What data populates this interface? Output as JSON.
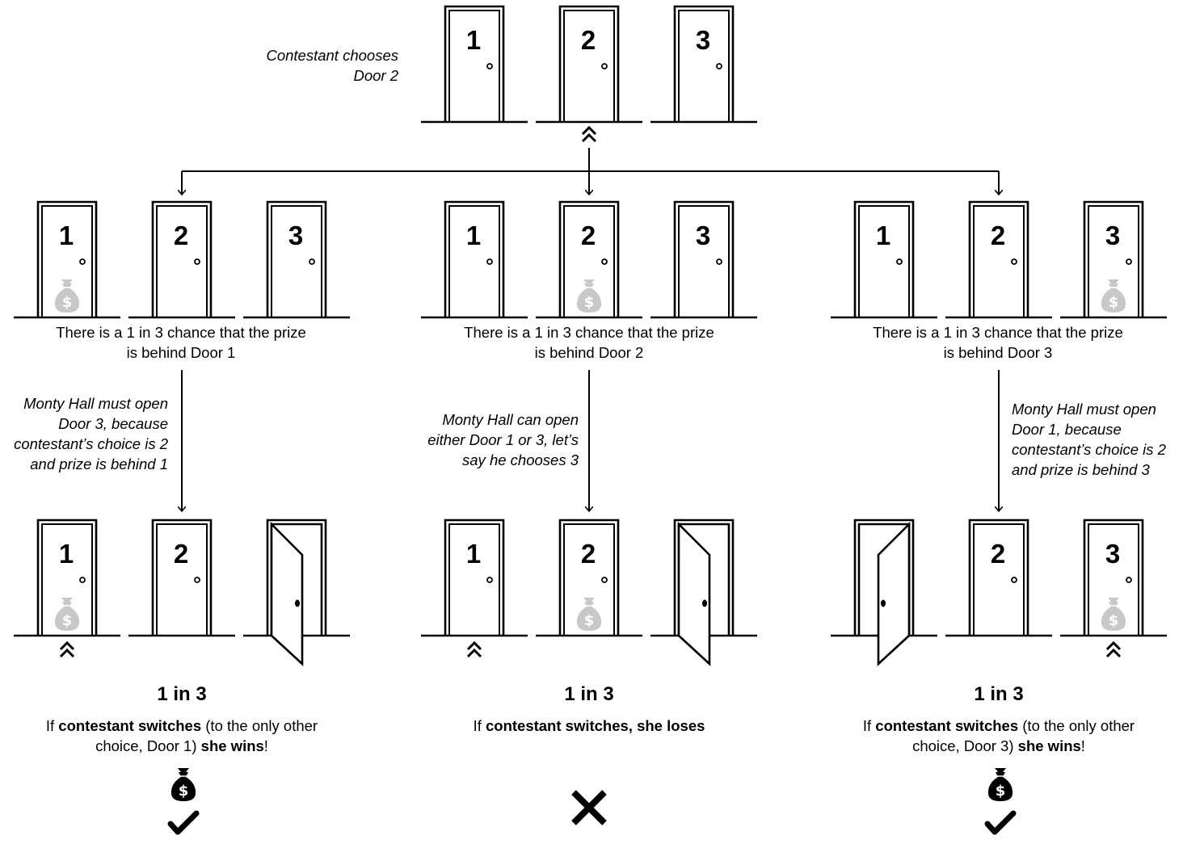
{
  "top": {
    "caption_lines": [
      "Contestant chooses",
      "Door 2"
    ],
    "door_labels": [
      "1",
      "2",
      "3"
    ]
  },
  "scenarios": [
    {
      "door_labels": [
        "1",
        "2",
        "3"
      ],
      "prize_door": 1,
      "opened_door": 3,
      "final_choice": 1,
      "chance_lines": [
        "There is a 1 in 3 chance that the prize",
        "is behind Door 1"
      ],
      "monty_lines": [
        "Monty Hall must open",
        "Door 3, because",
        "contestant’s choice is 2",
        "and prize is behind 1"
      ],
      "probability": "1 in 3",
      "result": {
        "line1": [
          {
            "text": "If ",
            "bold": false
          },
          {
            "text": "contestant switches",
            "bold": true
          },
          {
            "text": " (to the only other",
            "bold": false
          }
        ],
        "line2": [
          {
            "text": "choice, Door 1) ",
            "bold": false
          },
          {
            "text": "she wins",
            "bold": true
          },
          {
            "text": "!",
            "bold": false
          }
        ]
      },
      "outcome_icon": "moneybag-check-icon"
    },
    {
      "door_labels": [
        "1",
        "2",
        "3"
      ],
      "prize_door": 2,
      "opened_door": 3,
      "final_choice": 1,
      "chance_lines": [
        "There is a 1 in 3 chance that the prize",
        "is behind Door 2"
      ],
      "monty_lines": [
        "Monty Hall can open",
        "either Door 1 or 3, let’s",
        "say he chooses 3"
      ],
      "probability": "1 in 3",
      "result": {
        "line1": [
          {
            "text": "If ",
            "bold": false
          },
          {
            "text": "contestant switches, she loses",
            "bold": true
          }
        ],
        "line2": []
      },
      "outcome_icon": "cross-icon"
    },
    {
      "door_labels": [
        "1",
        "2",
        "3"
      ],
      "prize_door": 3,
      "opened_door": 1,
      "final_choice": 3,
      "chance_lines": [
        "There is a 1 in 3 chance that the prize",
        "is behind Door 3"
      ],
      "monty_lines": [
        "Monty Hall must open",
        "Door 1, because",
        "contestant’s choice is 2",
        "and prize is behind 3"
      ],
      "probability": "1 in 3",
      "result": {
        "line1": [
          {
            "text": "If ",
            "bold": false
          },
          {
            "text": "contestant switches",
            "bold": true
          },
          {
            "text": " (to the only other",
            "bold": false
          }
        ],
        "line2": [
          {
            "text": "choice, Door 3) ",
            "bold": false
          },
          {
            "text": "she wins",
            "bold": true
          },
          {
            "text": "!",
            "bold": false
          }
        ]
      },
      "outcome_icon": "moneybag-check-icon"
    }
  ],
  "colors": {
    "line": "#000000",
    "prize_bag": "#c8c8c8",
    "outcome_bag": "#000000"
  }
}
